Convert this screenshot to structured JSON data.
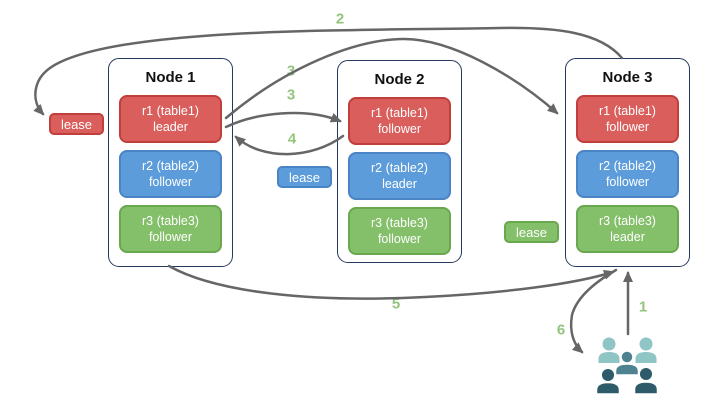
{
  "nodes": [
    {
      "title": "Node 1",
      "replicas": [
        {
          "name": "r1 (table1)",
          "role": "leader",
          "color": "red"
        },
        {
          "name": "r2 (table2)",
          "role": "follower",
          "color": "blue"
        },
        {
          "name": "r3 (table3)",
          "role": "follower",
          "color": "green"
        }
      ]
    },
    {
      "title": "Node 2",
      "replicas": [
        {
          "name": "r1 (table1)",
          "role": "follower",
          "color": "red"
        },
        {
          "name": "r2 (table2)",
          "role": "leader",
          "color": "blue"
        },
        {
          "name": "r3 (table3)",
          "role": "follower",
          "color": "green"
        }
      ]
    },
    {
      "title": "Node 3",
      "replicas": [
        {
          "name": "r1 (table1)",
          "role": "follower",
          "color": "red"
        },
        {
          "name": "r2 (table2)",
          "role": "follower",
          "color": "blue"
        },
        {
          "name": "r3 (table3)",
          "role": "leader",
          "color": "green"
        }
      ]
    }
  ],
  "leases": [
    {
      "label": "lease",
      "color": "red"
    },
    {
      "label": "lease",
      "color": "blue"
    },
    {
      "label": "lease",
      "color": "green"
    }
  ],
  "steps": {
    "s1": "1",
    "s2": "2",
    "s3a": "3",
    "s3b": "3",
    "s4": "4",
    "s5": "5",
    "s6": "6"
  },
  "flows": [
    {
      "step": "1",
      "from": "users",
      "to": "Node 3"
    },
    {
      "step": "2",
      "from": "Node 3",
      "to": "red lease at Node 1 r1 leader"
    },
    {
      "step": "3",
      "from": "Node 1 r1 leader",
      "to": "Node 3 r1 follower"
    },
    {
      "step": "3",
      "from": "Node 1 r1 leader",
      "to": "Node 2 r1 follower"
    },
    {
      "step": "4",
      "from": "Node 2 r1 follower",
      "to": "Node 1 r1 leader"
    },
    {
      "step": "5",
      "from": "Node 1",
      "to": "Node 3"
    },
    {
      "step": "6",
      "from": "Node 3",
      "to": "users"
    }
  ],
  "icons": {
    "users_group": "users-group-icon"
  },
  "colors": {
    "red_fill": "#da5f5c",
    "red_border": "#c13e3a",
    "blue_fill": "#5c9cdb",
    "blue_border": "#4a84c4",
    "green_fill": "#84bf6a",
    "green_border": "#69a84f",
    "node_border": "#27395e",
    "arrow": "#666666",
    "step_label": "#93c47d",
    "users_light": "#8fc5c5",
    "users_mid": "#4f8291",
    "users_dark": "#2e5b6a"
  }
}
